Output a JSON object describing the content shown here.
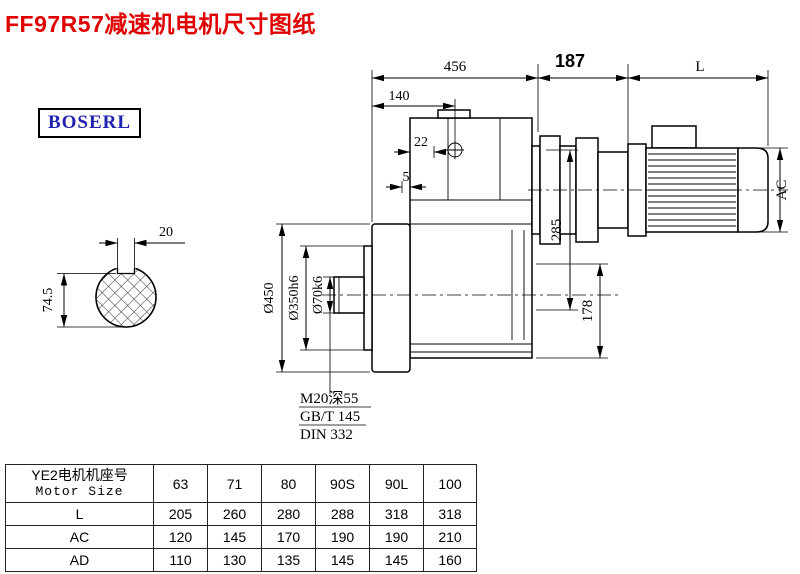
{
  "title": "FF97R57减速机电机尺寸图纸",
  "brand": "BOSERL",
  "colors": {
    "title": "#e10000",
    "brand": "#2222b0",
    "line": "#000000"
  },
  "drawing": {
    "dims": {
      "d456": "456",
      "d187": "187",
      "dL": "L",
      "d140": "140",
      "d22": "22",
      "d5": "5",
      "d20": "20",
      "d74_5": "74.5",
      "dia450": "Ø450",
      "dia350": "Ø350h6",
      "dia70": "Ø70k6",
      "v285": "285",
      "v178": "178",
      "ac": "AC"
    },
    "notes": [
      "M20深55",
      "GB/T 145",
      "DIN 332"
    ]
  },
  "table": {
    "header_cn": "YE2电机机座号",
    "header_en": "Motor Size",
    "sizes": [
      "63",
      "71",
      "80",
      "90S",
      "90L",
      "100"
    ],
    "rows": [
      {
        "label": "L",
        "values": [
          "205",
          "260",
          "280",
          "288",
          "318",
          "318"
        ]
      },
      {
        "label": "AC",
        "values": [
          "120",
          "145",
          "170",
          "190",
          "190",
          "210"
        ]
      },
      {
        "label": "AD",
        "values": [
          "110",
          "130",
          "135",
          "145",
          "145",
          "160"
        ]
      }
    ]
  }
}
